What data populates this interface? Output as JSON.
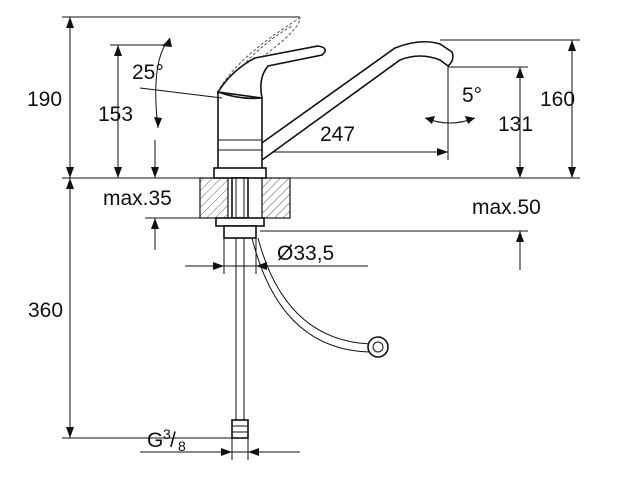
{
  "dimensions": {
    "total_height": "190",
    "spout_height": "153",
    "lever_angle": "25°",
    "spout_angle": "5°",
    "reach": "247",
    "right_height": "160",
    "outlet_height": "131",
    "max_counter_left": "max.35",
    "max_counter_right": "max.50",
    "hole_diameter": "Ø33,5",
    "hose_length": "360",
    "thread_base": "G",
    "thread_num": "3",
    "thread_den": "8"
  }
}
